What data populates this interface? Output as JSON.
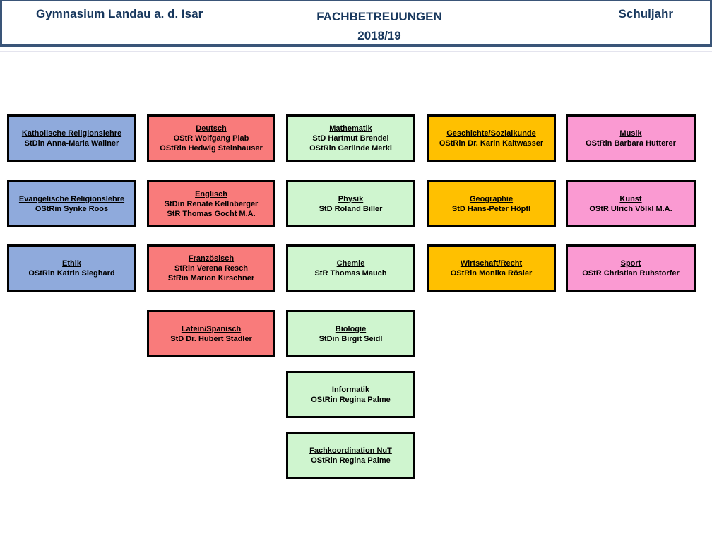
{
  "header": {
    "school": "Gymnasium Landau a. d. Isar",
    "title_line1": "FACHBETREUUNGEN",
    "title_line2": "2018/19",
    "year_label": "Schuljahr"
  },
  "colors": {
    "header_text": "#17375D",
    "header_border": "#3A5578",
    "box_border": "#000000",
    "religion_ethik_column": "#8FAADC",
    "sprachen_column": "#F97B7B",
    "naturwissenschaften_column": "#CFF5CF",
    "gesellschaft_column": "#FFC000",
    "musisch_sport_column": "#FA9AD2"
  },
  "boxes": {
    "kath_rel": {
      "subject": "Katholische Religionslehre",
      "names": [
        "StDin Anna-Maria Wallner"
      ]
    },
    "ev_rel": {
      "subject": "Evangelische Religionslehre",
      "names": [
        "OStRin Synke Roos"
      ]
    },
    "ethik": {
      "subject": "Ethik",
      "names": [
        "OStRin Katrin Sieghard"
      ]
    },
    "deutsch": {
      "subject": "Deutsch",
      "names": [
        "OStR Wolfgang Plab",
        "OStRin Hedwig Steinhauser"
      ]
    },
    "englisch": {
      "subject": "Englisch",
      "names": [
        "StDin Renate Kellnberger",
        "StR Thomas Gocht M.A."
      ]
    },
    "franzoesisch": {
      "subject": "Französisch",
      "names": [
        "StRin Verena Resch",
        "StRin Marion Kirschner"
      ]
    },
    "latein_spanisch": {
      "subject": "Latein/Spanisch",
      "names": [
        "StD Dr. Hubert Stadler"
      ]
    },
    "mathematik": {
      "subject": "Mathematik",
      "names": [
        "StD Hartmut Brendel",
        "OStRin Gerlinde Merkl"
      ]
    },
    "physik": {
      "subject": "Physik",
      "names": [
        "StD Roland Biller"
      ]
    },
    "chemie": {
      "subject": "Chemie",
      "names": [
        "StR Thomas Mauch"
      ]
    },
    "biologie": {
      "subject": "Biologie",
      "names": [
        "StDin Birgit Seidl"
      ]
    },
    "informatik": {
      "subject": "Informatik",
      "names": [
        "OStRin Regina Palme"
      ]
    },
    "fachkoordination_nut": {
      "subject": "Fachkoordination NuT",
      "names": [
        "OStRin Regina Palme"
      ]
    },
    "geschichte_sozialkunde": {
      "subject": "Geschichte/Sozialkunde",
      "names": [
        "OStRin Dr. Karin Kaltwasser"
      ]
    },
    "geographie": {
      "subject": "Geographie",
      "names": [
        "StD Hans-Peter Höpfl"
      ]
    },
    "wirtschaft_recht": {
      "subject": "Wirtschaft/Recht",
      "names": [
        "OStRin Monika Rösler"
      ]
    },
    "musik": {
      "subject": "Musik",
      "names": [
        "OStRin Barbara Hutterer"
      ]
    },
    "kunst": {
      "subject": "Kunst",
      "names": [
        "OStR Ulrich Völkl M.A."
      ]
    },
    "sport": {
      "subject": "Sport",
      "names": [
        "OStR Christian Ruhstorfer"
      ]
    }
  }
}
